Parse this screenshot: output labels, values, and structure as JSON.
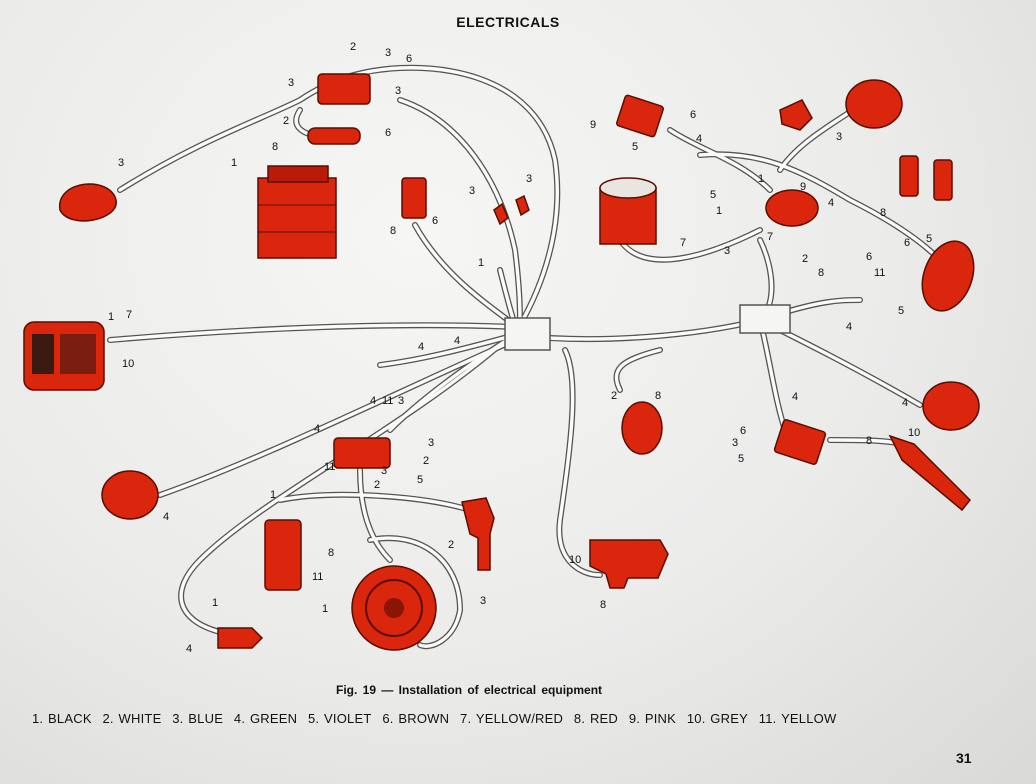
{
  "page": {
    "title": "ELECTRICALS",
    "caption": "Fig. 19 — Installation of electrical equipment",
    "page_number": "31"
  },
  "colors": {
    "component": "#d9260d",
    "component_dark": "#8a1405",
    "wire": "#555555",
    "background": "#eeeeec"
  },
  "legend": [
    "1. BLACK",
    "2. WHITE",
    "3. BLUE",
    "4. GREEN",
    "5. VIOLET",
    "6. BROWN",
    "7. YELLOW/RED",
    "8. RED",
    "9. PINK",
    "10. GREY",
    "11. YELLOW"
  ],
  "labels": [
    "1",
    "2",
    "3",
    "4",
    "5",
    "6",
    "7",
    "8",
    "9",
    "10",
    "11"
  ]
}
